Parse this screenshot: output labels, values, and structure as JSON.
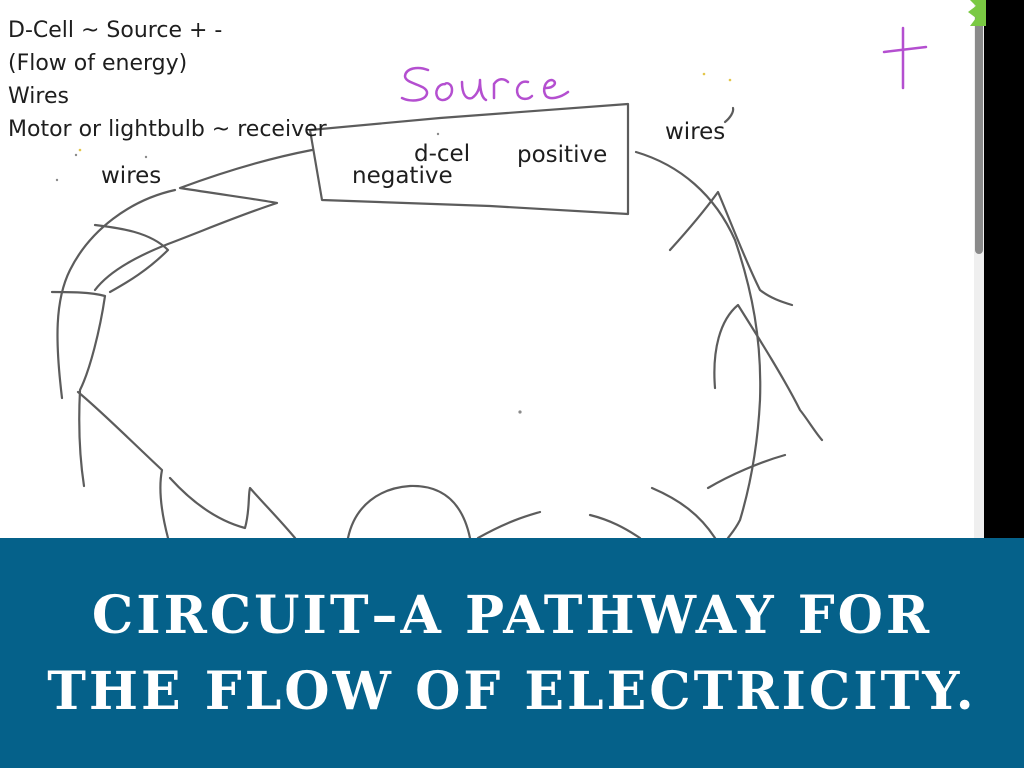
{
  "notes": [
    "D-Cell ~ Source + -",
    "(Flow of energy)",
    "Wires",
    "Motor or lightbulb ~ receiver"
  ],
  "labels": {
    "wires_left": "wires",
    "d_cel": "d-cel",
    "negative": "negative",
    "positive": "positive",
    "wires_right": "wires"
  },
  "handwriting": {
    "source": "Source",
    "plus": "+"
  },
  "caption": {
    "line1": "CIRCUIT–A PATHWAY FOR",
    "line2": "THE FLOW OF ELECTRICITY."
  },
  "colors": {
    "caption_band": "#05618a",
    "ink_gray": "#5a5a5a",
    "ink_purple": "#b44fd0",
    "accent_green": "#7ac943"
  }
}
